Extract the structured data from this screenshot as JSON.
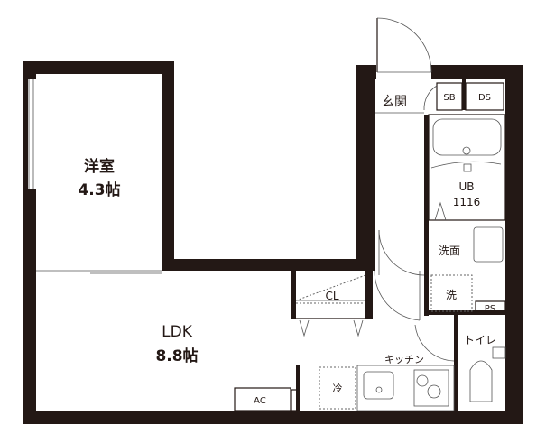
{
  "rooms": {
    "western_room": {
      "name": "洋室",
      "size": "4.3帖"
    },
    "ldk": {
      "name": "LDK",
      "size": "8.8帖"
    },
    "entrance": "玄関",
    "shoe_box": "SB",
    "ds": "DS",
    "bath": {
      "name": "UB",
      "size": "1116"
    },
    "washroom": "洗面",
    "washer": "洗",
    "ps_upper": "PS",
    "toilet": "トイレ",
    "kitchen": "キッチン",
    "fridge": "冷",
    "closet": "CL",
    "ac": "AC",
    "ps_lower": "PS"
  },
  "colors": {
    "wall": "#231815",
    "background": "#ffffff"
  }
}
